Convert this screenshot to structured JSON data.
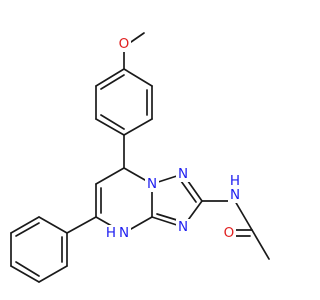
{
  "molecule": {
    "colors": {
      "bond": "#1a1a1a",
      "carbon": "#1a1a1a",
      "nitrogen": "#1e1ef0",
      "oxygen": "#e01e1e",
      "background": "#ffffff"
    },
    "atom_labels": {
      "methoxy_O": "O",
      "ring_N1": "N",
      "ring_N2": "N",
      "ring_N3": "N",
      "ring_NH": "N",
      "ring_NH_H": "H",
      "amide_NH": "N",
      "amide_NH_H": "H",
      "carbonyl_O": "O"
    }
  }
}
